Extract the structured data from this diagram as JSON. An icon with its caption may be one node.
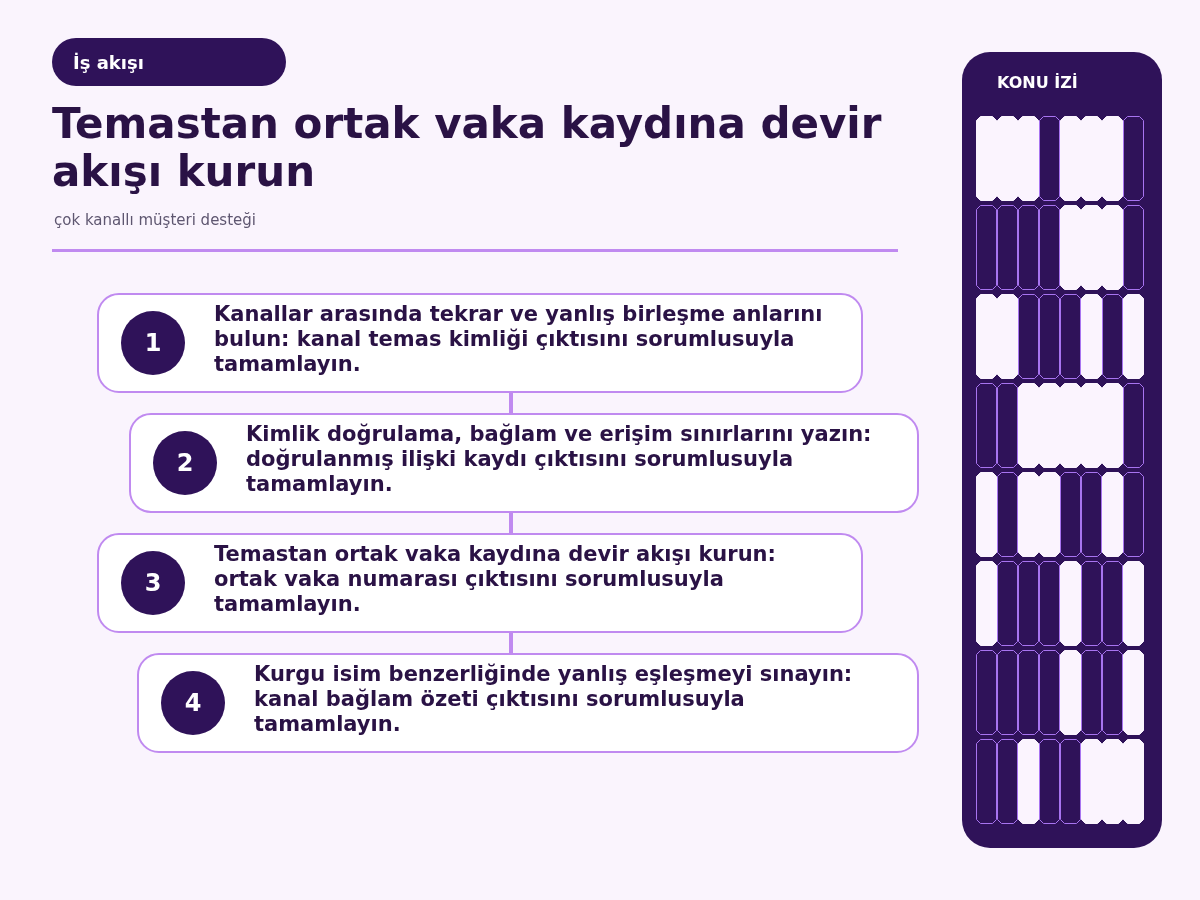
{
  "diagram": {
    "title": "Temastan ortak vaka kaydına devir akışı kurun",
    "nodes": [
      {
        "text": [
          "İş akışı"
        ]
      },
      {
        "text": [
          "1",
          "Kanallar arasında tekrar ve yanlış birleşme anlarını bulun: kanal temas kimliği çıktısını sorumlusuyla tamamlayın."
        ]
      },
      {
        "text": [
          "2",
          "Kimlik doğrulama, bağlam ve erişim sınırlarını yazın: doğrulanmış ilişki kaydı çıktısını sorumlusuyla tamamlayın."
        ]
      },
      {
        "text": [
          "3",
          "Temastan ortak vaka kaydına devir akışı kurun: ortak vaka numarası çıktısını sorumlusuyla tamamlayın."
        ]
      },
      {
        "text": [
          "4",
          "Kurgu isim benzerliğinde yanlış eşleşmeyi sınayın: kanal bağlam özeti çıktısını sorumlusuyla tamamlayın."
        ]
      },
      {
        "text": [
          "KONU İZİ"
        ]
      }
    ],
    "edges": [
      {
        "from": 1,
        "to": 2,
        "arrow": "none"
      },
      {
        "from": 2,
        "to": 3,
        "arrow": "none"
      },
      {
        "from": 3,
        "to": 4,
        "arrow": "none"
      }
    ],
    "labels": [
      "çok kanallı müşteri desteği"
    ]
  }
}
